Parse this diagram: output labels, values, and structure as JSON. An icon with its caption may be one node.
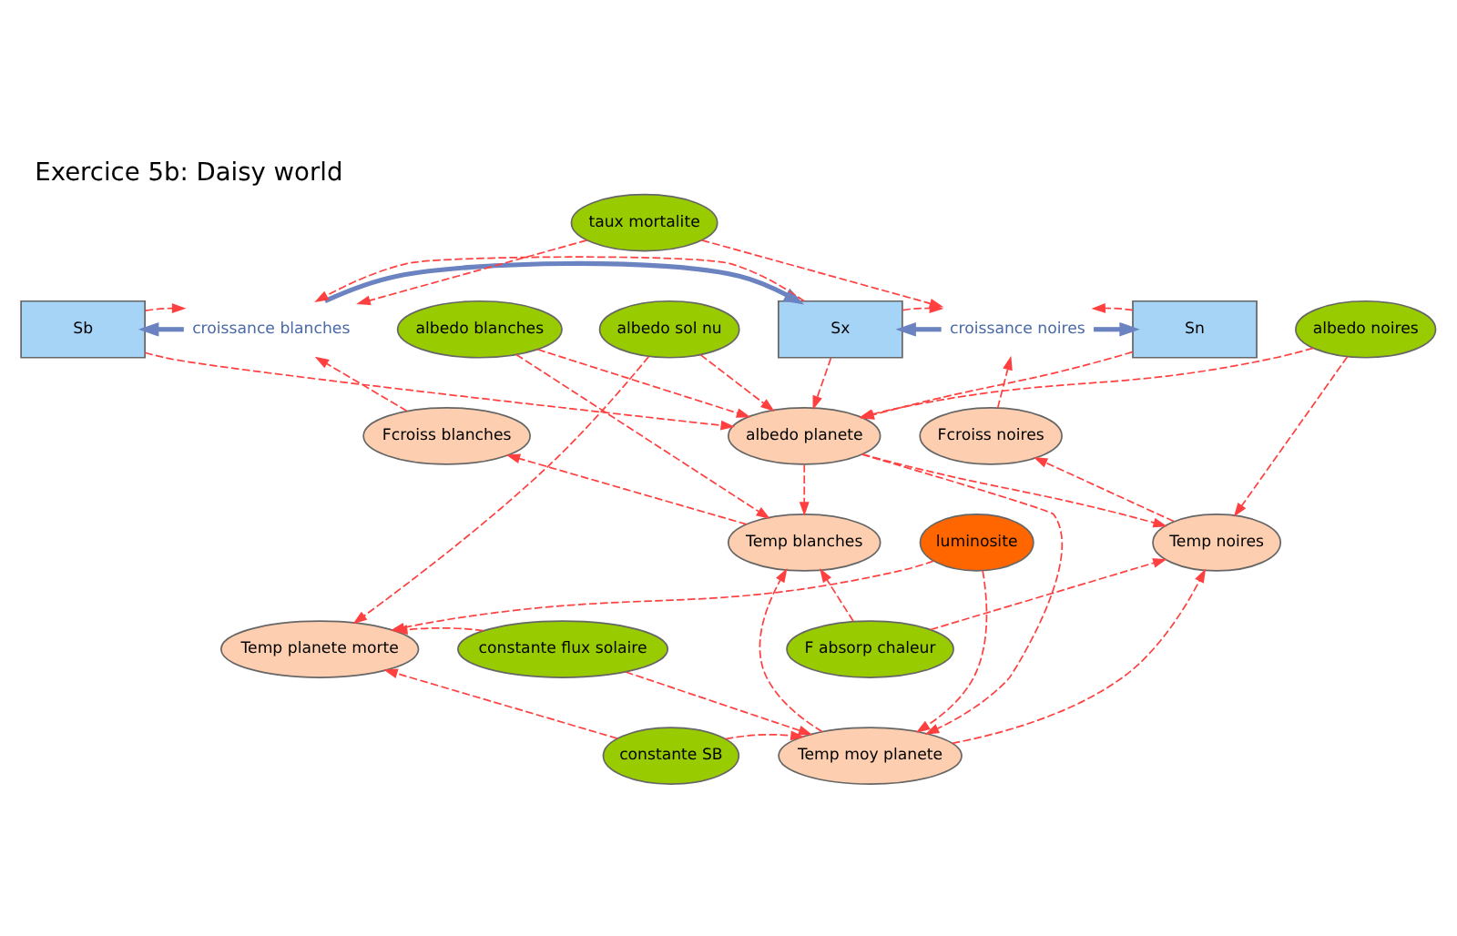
{
  "diagram": {
    "title": "Exercice 5b: Daisy world",
    "nodes": [
      {
        "text": [
          "Sb"
        ]
      },
      {
        "text": [
          "croissance blanches"
        ]
      },
      {
        "text": [
          "Sx"
        ]
      },
      {
        "text": [
          "croissance noires"
        ]
      },
      {
        "text": [
          "Sn"
        ]
      },
      {
        "text": [
          "taux mortalite"
        ]
      },
      {
        "text": [
          "Fcroiss blanches"
        ]
      },
      {
        "text": [
          "albedo planete"
        ]
      },
      {
        "text": [
          "Fcroiss noires"
        ]
      },
      {
        "text": [
          "albedo blanches"
        ]
      },
      {
        "text": [
          "albedo noires"
        ]
      },
      {
        "text": [
          "albedo sol nu"
        ]
      },
      {
        "text": [
          "constante SB"
        ]
      },
      {
        "text": [
          "Temp moy planete"
        ]
      },
      {
        "text": [
          "Temp blanches"
        ]
      },
      {
        "text": [
          "luminosite"
        ]
      },
      {
        "text": [
          "Temp noires"
        ]
      },
      {
        "text": [
          "Temp planete morte"
        ]
      },
      {
        "text": [
          "constante flux solaire"
        ]
      },
      {
        "text": [
          "F absorp chaleur"
        ]
      }
    ],
    "edges": [
      {
        "from": 1,
        "to": 0,
        "arrow": "to",
        "style": "thick",
        "color": "#6b83c0"
      },
      {
        "from": 1,
        "to": 2,
        "arrow": "to",
        "style": "thick",
        "color": "#6b83c0"
      },
      {
        "from": 3,
        "to": 2,
        "arrow": "to",
        "style": "thick",
        "color": "#6b83c0"
      },
      {
        "from": 3,
        "to": 4,
        "arrow": "to",
        "style": "thick",
        "color": "#6b83c0"
      },
      {
        "from": 5,
        "to": 1,
        "arrow": "to",
        "style": "dashed"
      },
      {
        "from": 5,
        "to": 3,
        "arrow": "to",
        "style": "dashed"
      },
      {
        "from": 0,
        "to": 1,
        "arrow": "to",
        "style": "dashed"
      },
      {
        "from": 2,
        "to": 1,
        "arrow": "to",
        "style": "dashed"
      },
      {
        "from": 2,
        "to": 3,
        "arrow": "to",
        "style": "dashed"
      },
      {
        "from": 4,
        "to": 3,
        "arrow": "to",
        "style": "dashed"
      },
      {
        "from": 6,
        "to": 1,
        "arrow": "to",
        "style": "dashed"
      },
      {
        "from": 8,
        "to": 3,
        "arrow": "to",
        "style": "dashed"
      },
      {
        "from": 0,
        "to": 7,
        "arrow": "to",
        "style": "dashed"
      },
      {
        "from": 2,
        "to": 7,
        "arrow": "to",
        "style": "dashed"
      },
      {
        "from": 4,
        "to": 7,
        "arrow": "to",
        "style": "dashed"
      },
      {
        "from": 9,
        "to": 7,
        "arrow": "to",
        "style": "dashed"
      },
      {
        "from": 10,
        "to": 7,
        "arrow": "to",
        "style": "dashed"
      },
      {
        "from": 11,
        "to": 7,
        "arrow": "to",
        "style": "dashed"
      },
      {
        "from": 7,
        "to": 13,
        "arrow": "to",
        "style": "dashed"
      },
      {
        "from": 7,
        "to": 14,
        "arrow": "to",
        "style": "dashed"
      },
      {
        "from": 7,
        "to": 16,
        "arrow": "to",
        "style": "dashed"
      },
      {
        "from": 9,
        "to": 14,
        "arrow": "to",
        "style": "dashed"
      },
      {
        "from": 14,
        "to": 6,
        "arrow": "to",
        "style": "dashed"
      },
      {
        "from": 16,
        "to": 8,
        "arrow": "to",
        "style": "dashed"
      },
      {
        "from": 10,
        "to": 16,
        "arrow": "to",
        "style": "dashed"
      },
      {
        "from": 12,
        "to": 13,
        "arrow": "to",
        "style": "dashed"
      },
      {
        "from": 12,
        "to": 17,
        "arrow": "to",
        "style": "dashed"
      },
      {
        "from": 13,
        "to": 14,
        "arrow": "to",
        "style": "dashed"
      },
      {
        "from": 13,
        "to": 16,
        "arrow": "to",
        "style": "dashed"
      },
      {
        "from": 15,
        "to": 13,
        "arrow": "to",
        "style": "dashed"
      },
      {
        "from": 15,
        "to": 17,
        "arrow": "to",
        "style": "dashed"
      },
      {
        "from": 11,
        "to": 17,
        "arrow": "to",
        "style": "dashed"
      },
      {
        "from": 18,
        "to": 13,
        "arrow": "to",
        "style": "dashed"
      },
      {
        "from": 18,
        "to": 17,
        "arrow": "to",
        "style": "dashed"
      },
      {
        "from": 19,
        "to": 14,
        "arrow": "to",
        "style": "dashed"
      },
      {
        "from": 19,
        "to": 16,
        "arrow": "to",
        "style": "dashed"
      }
    ]
  }
}
